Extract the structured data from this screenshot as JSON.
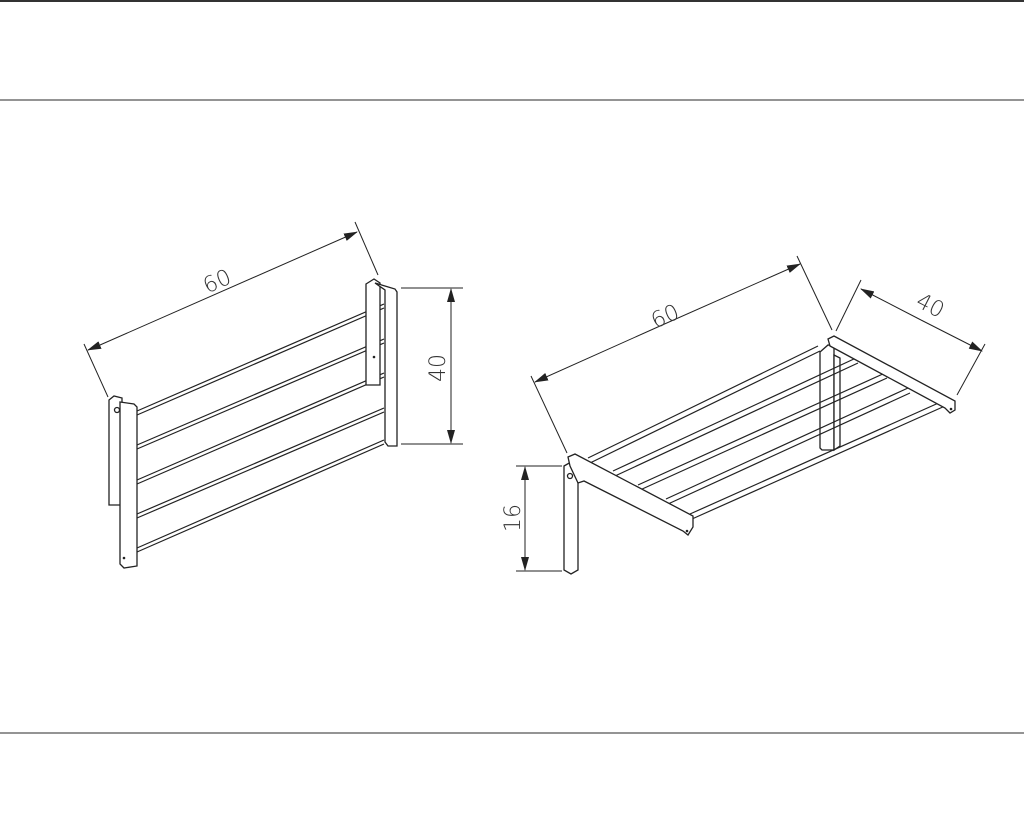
{
  "drawing": {
    "left_view": {
      "width_label": "60",
      "height_label": "40"
    },
    "right_view": {
      "width_label": "60",
      "depth_label": "40",
      "bracket_label": "16"
    }
  },
  "colors": {
    "line": "#222222",
    "background": "#ffffff"
  }
}
